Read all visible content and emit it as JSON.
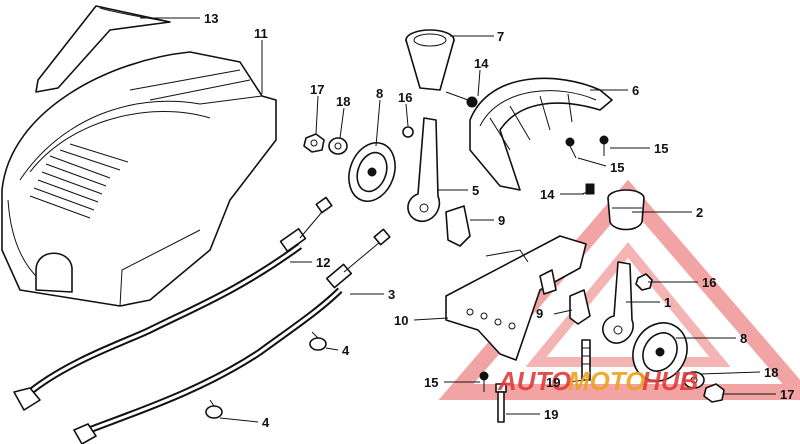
{
  "watermark": {
    "part1": "AUTO",
    "part2": "MOTO",
    "part3": "HUB",
    "color_red": "#e23b3b",
    "color_orange": "#f0a020"
  },
  "labels": {
    "l13": "13",
    "l11": "11",
    "l7": "7",
    "l14a": "14",
    "l6": "6",
    "l17a": "17",
    "l18a": "18",
    "l8a": "8",
    "l16a": "16",
    "l5": "5",
    "l15a": "15",
    "l15b": "15",
    "l14b": "14",
    "l2": "2",
    "l9a": "9",
    "l12": "12",
    "l3": "3",
    "l16b": "16",
    "l1": "1",
    "l9b": "9",
    "l10": "10",
    "l8b": "8",
    "l4a": "4",
    "l15c": "15",
    "l19a": "19",
    "l18b": "18",
    "l17b": "17",
    "l19b": "19",
    "l4b": "4"
  }
}
